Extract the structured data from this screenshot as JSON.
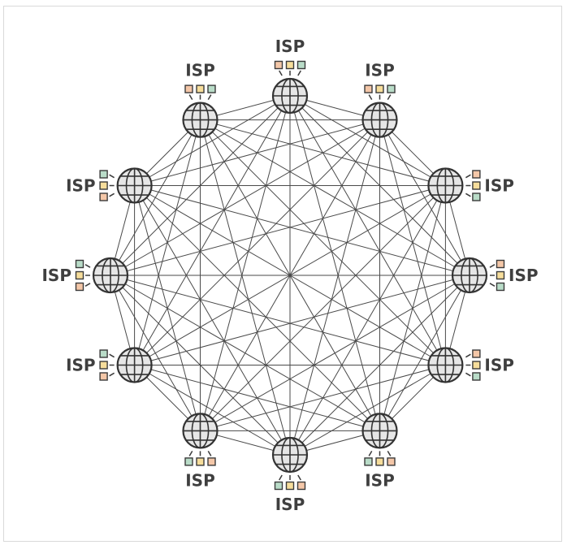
{
  "diagram": {
    "type": "full-mesh-network",
    "node_label": "ISP",
    "colors": {
      "line": "#4a4a4a",
      "globe_fill": "#e6e6e6",
      "globe_stroke": "#333333",
      "label": "#3f3f3f",
      "square_orange": "#f4c7a8",
      "square_yellow": "#f6dd9b",
      "square_green": "#b9dcc8",
      "square_stroke": "#3a3a3a"
    },
    "nodes": [
      {
        "id": "isp-1",
        "label": "ISP"
      },
      {
        "id": "isp-2",
        "label": "ISP"
      },
      {
        "id": "isp-3",
        "label": "ISP"
      },
      {
        "id": "isp-4",
        "label": "ISP"
      },
      {
        "id": "isp-5",
        "label": "ISP"
      },
      {
        "id": "isp-6",
        "label": "ISP"
      },
      {
        "id": "isp-7",
        "label": "ISP"
      },
      {
        "id": "isp-8",
        "label": "ISP"
      },
      {
        "id": "isp-9",
        "label": "ISP"
      },
      {
        "id": "isp-10",
        "label": "ISP"
      },
      {
        "id": "isp-11",
        "label": "ISP"
      },
      {
        "id": "isp-12",
        "label": "ISP"
      }
    ]
  }
}
